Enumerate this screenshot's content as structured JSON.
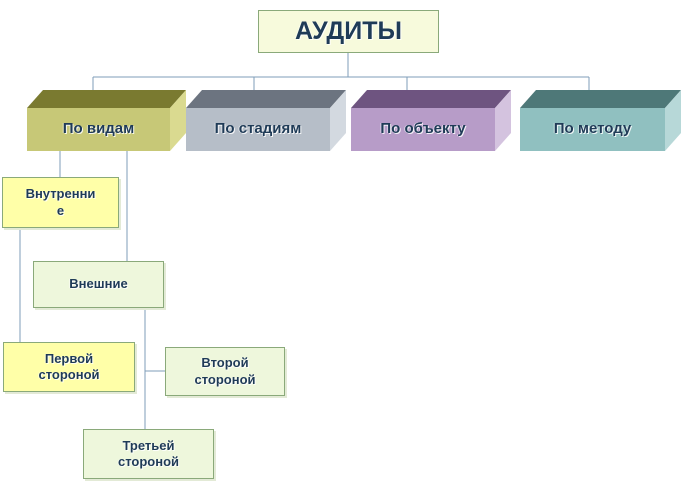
{
  "root": {
    "label": "АУДИТЫ"
  },
  "categories": [
    {
      "label": "По видам",
      "front": "#c7c877",
      "top": "#7a7a30",
      "side": "#dada90"
    },
    {
      "label": "По стадиям",
      "front": "#b6bec8",
      "top": "#6c7480",
      "side": "#d3d9e0"
    },
    {
      "label": "По объекту",
      "front": "#b79cc8",
      "top": "#6e5480",
      "side": "#d4c3df"
    },
    {
      "label": "По методу",
      "front": "#90c0c0",
      "top": "#4e7878",
      "side": "#b7d8d8"
    }
  ],
  "types": {
    "internal": {
      "label": "Внутренни\nе",
      "fill": "#ffffa8"
    },
    "external": {
      "label": "Внешние",
      "fill": "#eef7dc"
    }
  },
  "parties": {
    "first": {
      "label": "Первой\nстороной",
      "fill": "#ffffa8"
    },
    "second": {
      "label": "Второй\nстороной",
      "fill": "#eef7dc"
    },
    "third": {
      "label": "Третьей\nстороной",
      "fill": "#eef7dc"
    }
  },
  "colors": {
    "line": "#7f9db8",
    "text": "#1f3b57",
    "border": "#8aa97a"
  }
}
